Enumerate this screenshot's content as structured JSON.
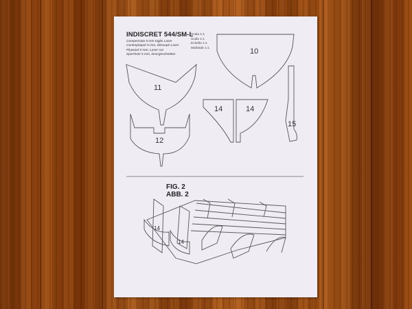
{
  "sheet": {
    "title": "INDISCRET 544/SM-L",
    "materials": [
      "Compensato 5 mm taglio Laser",
      "Contreplaqué 5 mm, découpé Laser",
      "Plywood 5 mm, Laser cut",
      "Sperrholz 5 mm, lasergeschnitten"
    ],
    "scales": [
      "Scala 1:1",
      "Scale 1:1",
      "Echelle 1:1",
      "Maßstab 1:1"
    ],
    "parts": {
      "p10": "10",
      "p11": "11",
      "p12": "12",
      "p14a": "14",
      "p14b": "14",
      "p15": "15"
    },
    "figure": {
      "line1": "FIG. 2",
      "line2": "ABB. 2",
      "label_a": "14",
      "label_b": "14"
    }
  }
}
